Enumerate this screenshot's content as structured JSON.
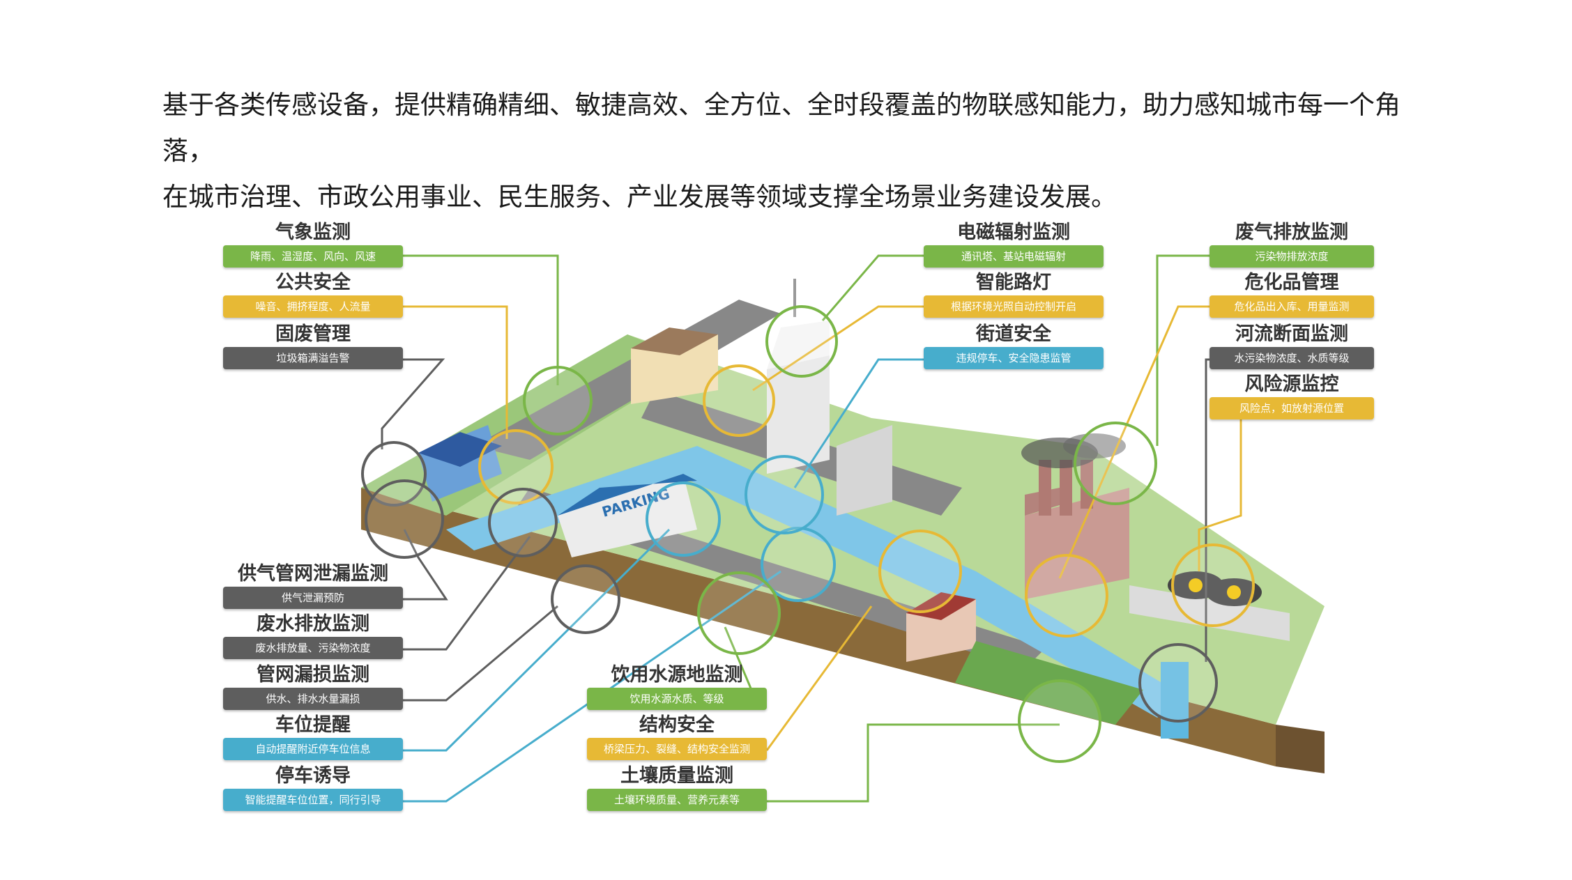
{
  "intro": {
    "line1": "基于各类传感设备，提供精确精细、敏捷高效、全方位、全时段覆盖的物联感知能力，助力感知城市每一个角落，",
    "line2": "在城市治理、市政公用事业、民生服务、产业发展等领域支撑全场景业务建设发展。"
  },
  "colors": {
    "green": "#7ab648",
    "yellow": "#e7b935",
    "gray": "#5e5e5e",
    "blue": "#47adcc"
  },
  "labels": {
    "weather": {
      "title": "气象监测",
      "desc": "降雨、温湿度、风向、风速",
      "color": "green"
    },
    "public_safety": {
      "title": "公共安全",
      "desc": "噪音、拥挤程度、人流量",
      "color": "yellow"
    },
    "solid_waste": {
      "title": "固废管理",
      "desc": "垃圾箱满溢告警",
      "color": "gray"
    },
    "gas_leak": {
      "title": "供气管网泄漏监测",
      "desc": "供气泄漏预防",
      "color": "gray"
    },
    "wastewater": {
      "title": "废水排放监测",
      "desc": "废水排放量、污染物浓度",
      "color": "gray"
    },
    "pipe_leak": {
      "title": "管网漏损监测",
      "desc": "供水、排水水量漏损",
      "color": "gray"
    },
    "parking_remind": {
      "title": "车位提醒",
      "desc": "自动提醒附近停车位信息",
      "color": "blue"
    },
    "parking_guide": {
      "title": "停车诱导",
      "desc": "智能提醒车位位置，同行引导",
      "color": "blue"
    },
    "em_radiation": {
      "title": "电磁辐射监测",
      "desc": "通讯塔、基站电磁辐射",
      "color": "green"
    },
    "smart_light": {
      "title": "智能路灯",
      "desc": "根据环境光照自动控制开启",
      "color": "yellow"
    },
    "street_safety": {
      "title": "街道安全",
      "desc": "违规停车、安全隐患监管",
      "color": "blue"
    },
    "exhaust": {
      "title": "废气排放监测",
      "desc": "污染物排放浓度",
      "color": "green"
    },
    "hazmat": {
      "title": "危化品管理",
      "desc": "危化品出入库、用量监测",
      "color": "yellow"
    },
    "river": {
      "title": "河流断面监测",
      "desc": "水污染物浓度、水质等级",
      "color": "gray"
    },
    "risk": {
      "title": "风险源监控",
      "desc": "风险点，如放射源位置",
      "color": "yellow"
    },
    "drinking_water": {
      "title": "饮用水源地监测",
      "desc": "饮用水源水质、等级",
      "color": "green"
    },
    "structure": {
      "title": "结构安全",
      "desc": "桥梁压力、裂缝、结构安全监测",
      "color": "yellow"
    },
    "soil": {
      "title": "土壤质量监测",
      "desc": "土壤环境质量、营养元素等",
      "color": "green"
    }
  },
  "scene": {
    "parking_sign": "PARKING"
  }
}
